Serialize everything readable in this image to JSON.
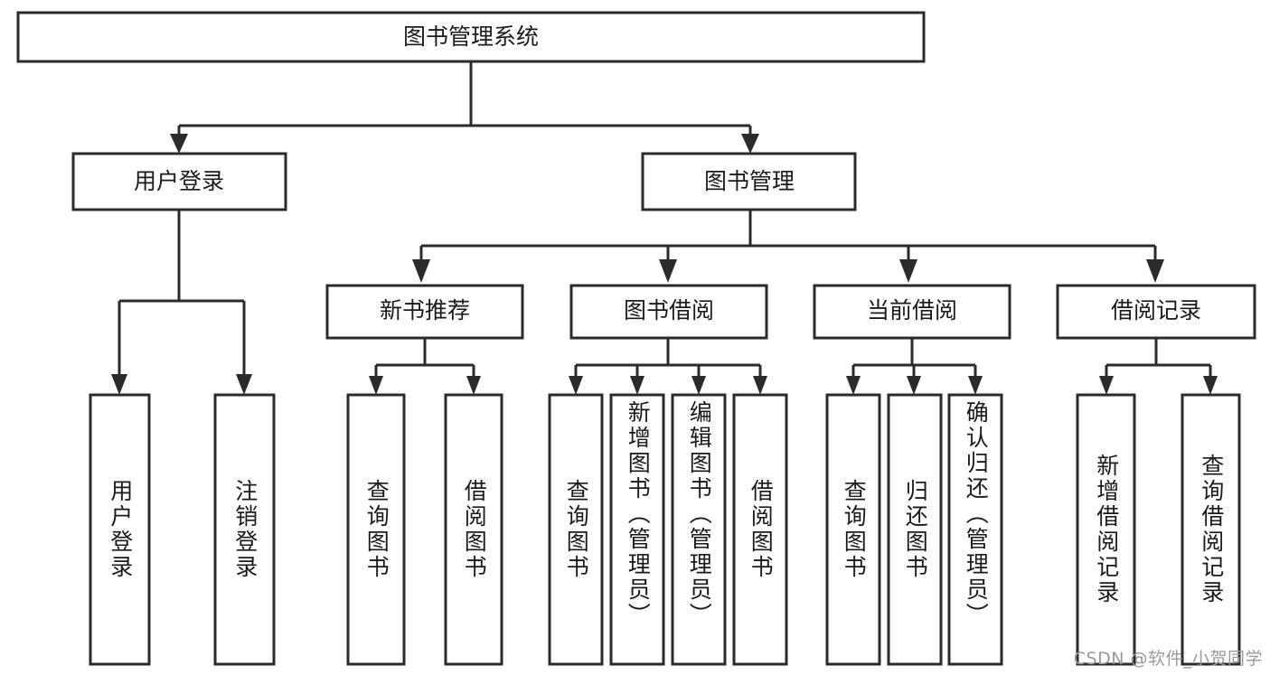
{
  "diagram": {
    "title": "图书管理系统",
    "type": "tree",
    "orientation": "top-down",
    "colors": {
      "box_stroke": "#2b2b2b",
      "box_fill": "#ffffff",
      "connector": "#2b2b2b",
      "text": "#1a1a1a",
      "background": "#ffffff",
      "watermark": "#9a9a9a"
    },
    "root": {
      "label": "图书管理系统"
    },
    "level2": [
      {
        "label": "用户登录"
      },
      {
        "label": "图书管理"
      }
    ],
    "level3": [
      {
        "label": "新书推荐"
      },
      {
        "label": "图书借阅"
      },
      {
        "label": "当前借阅"
      },
      {
        "label": "借阅记录"
      }
    ],
    "groups": [
      {
        "parent": "用户登录",
        "leaves": [
          {
            "label": "用户登录"
          },
          {
            "label": "注销登录"
          }
        ]
      },
      {
        "parent": "新书推荐",
        "leaves": [
          {
            "label": "查询图书"
          },
          {
            "label": "借阅图书"
          }
        ]
      },
      {
        "parent": "图书借阅",
        "leaves": [
          {
            "label": "查询图书"
          },
          {
            "label": "新增图书（管理员）"
          },
          {
            "label": "编辑图书（管理员）"
          },
          {
            "label": "借阅图书"
          }
        ]
      },
      {
        "parent": "当前借阅",
        "leaves": [
          {
            "label": "查询图书"
          },
          {
            "label": "归还图书"
          },
          {
            "label": "确认归还（管理员）"
          }
        ]
      },
      {
        "parent": "借阅记录",
        "leaves": [
          {
            "label": "新增借阅记录"
          },
          {
            "label": "查询借阅记录"
          }
        ]
      }
    ]
  },
  "watermark": {
    "text": "CSDN @软件_小贺同学"
  }
}
